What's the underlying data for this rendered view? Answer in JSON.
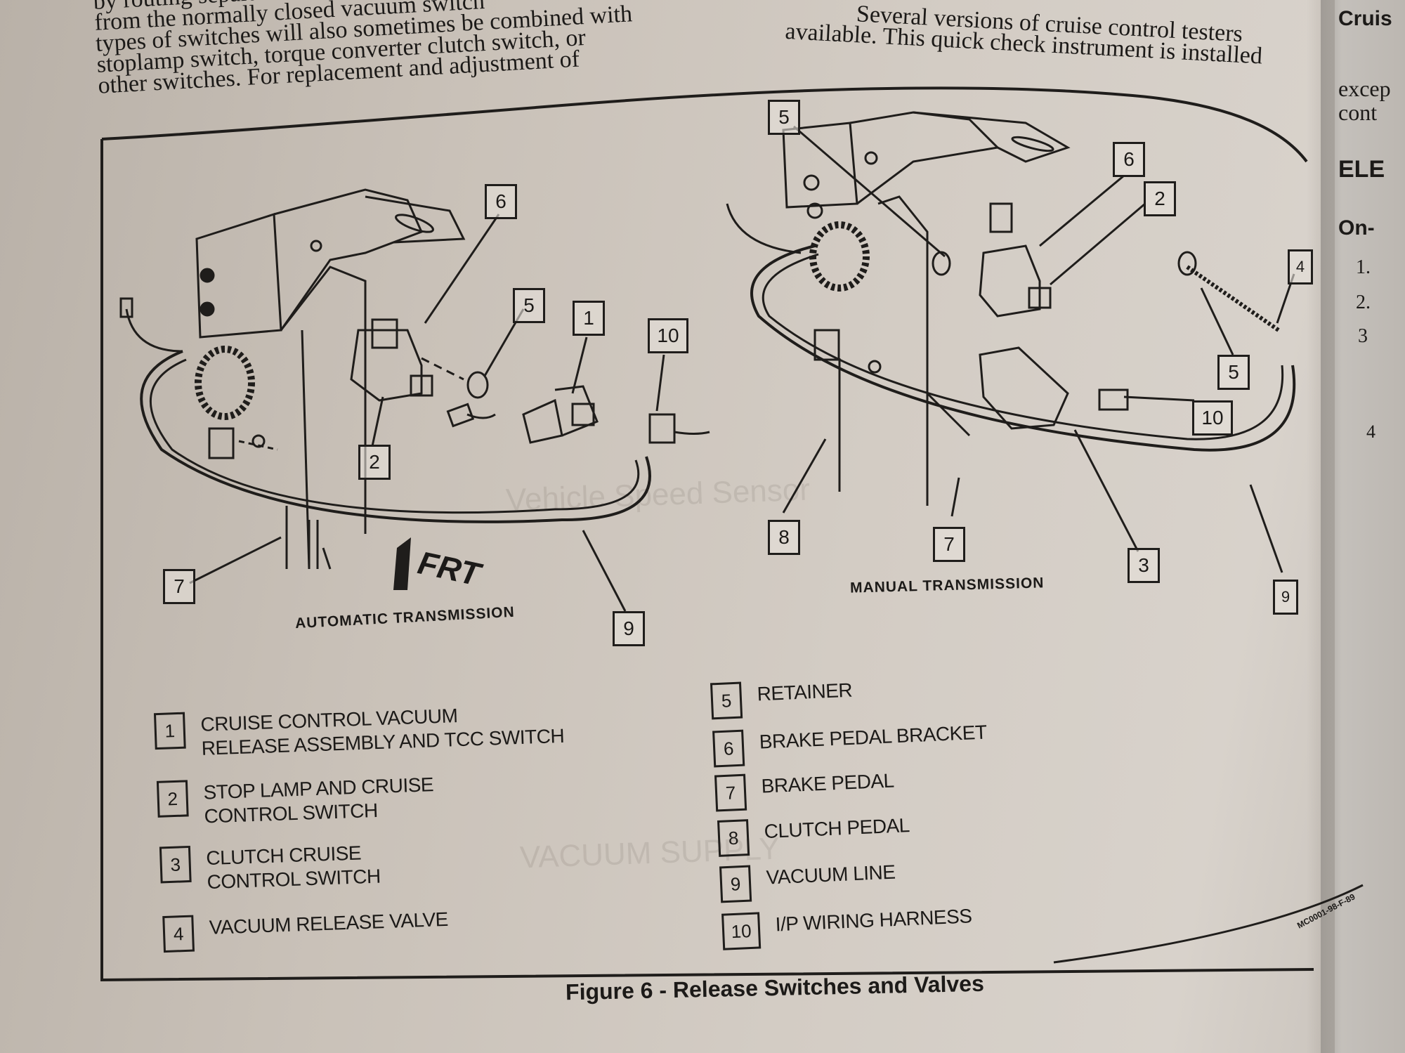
{
  "page": {
    "left_column_text": [
      "by routing separate",
      "from the normally closed vacuum switch",
      "types of switches will also sometimes be combined with",
      "stoplamp switch, torque converter clutch switch, or",
      "other switches. For replacement and adjustment of"
    ],
    "right_column_text": [
      "Several versions of cruise control testers",
      "available. This quick check instrument is installed"
    ],
    "far_right_page": {
      "heading": "Cruis",
      "text_lines": [
        "excep",
        "cont"
      ],
      "section_heading": "ELE",
      "subheading": "On-",
      "list_items": [
        "1.",
        "2.",
        "3",
        "4"
      ]
    }
  },
  "figure": {
    "caption": "Figure 6 - Release Switches and Valves",
    "figure_code": "MC0001-98-F-89",
    "diagrams": [
      {
        "label": "AUTOMATIC TRANSMISSION",
        "direction_marker": "FRT",
        "callouts": [
          "6",
          "5",
          "1",
          "10",
          "2",
          "7",
          "9"
        ]
      },
      {
        "label": "MANUAL TRANSMISSION",
        "callouts": [
          "5",
          "6",
          "2",
          "4",
          "5",
          "10",
          "8",
          "7",
          "3",
          "9"
        ]
      }
    ],
    "legend": [
      {
        "number": "1",
        "lines": [
          "CRUISE CONTROL VACUUM",
          "RELEASE ASSEMBLY AND TCC SWITCH"
        ]
      },
      {
        "number": "2",
        "lines": [
          "STOP LAMP AND CRUISE",
          "CONTROL SWITCH"
        ]
      },
      {
        "number": "3",
        "lines": [
          "CLUTCH CRUISE",
          "CONTROL SWITCH"
        ]
      },
      {
        "number": "4",
        "lines": [
          "VACUUM RELEASE VALVE"
        ]
      },
      {
        "number": "5",
        "lines": [
          "RETAINER"
        ]
      },
      {
        "number": "6",
        "lines": [
          "BRAKE PEDAL BRACKET"
        ]
      },
      {
        "number": "7",
        "lines": [
          "BRAKE PEDAL"
        ]
      },
      {
        "number": "8",
        "lines": [
          "CLUTCH PEDAL"
        ]
      },
      {
        "number": "9",
        "lines": [
          "VACUUM LINE"
        ]
      },
      {
        "number": "10",
        "lines": [
          "I/P WIRING HARNESS"
        ]
      }
    ]
  }
}
